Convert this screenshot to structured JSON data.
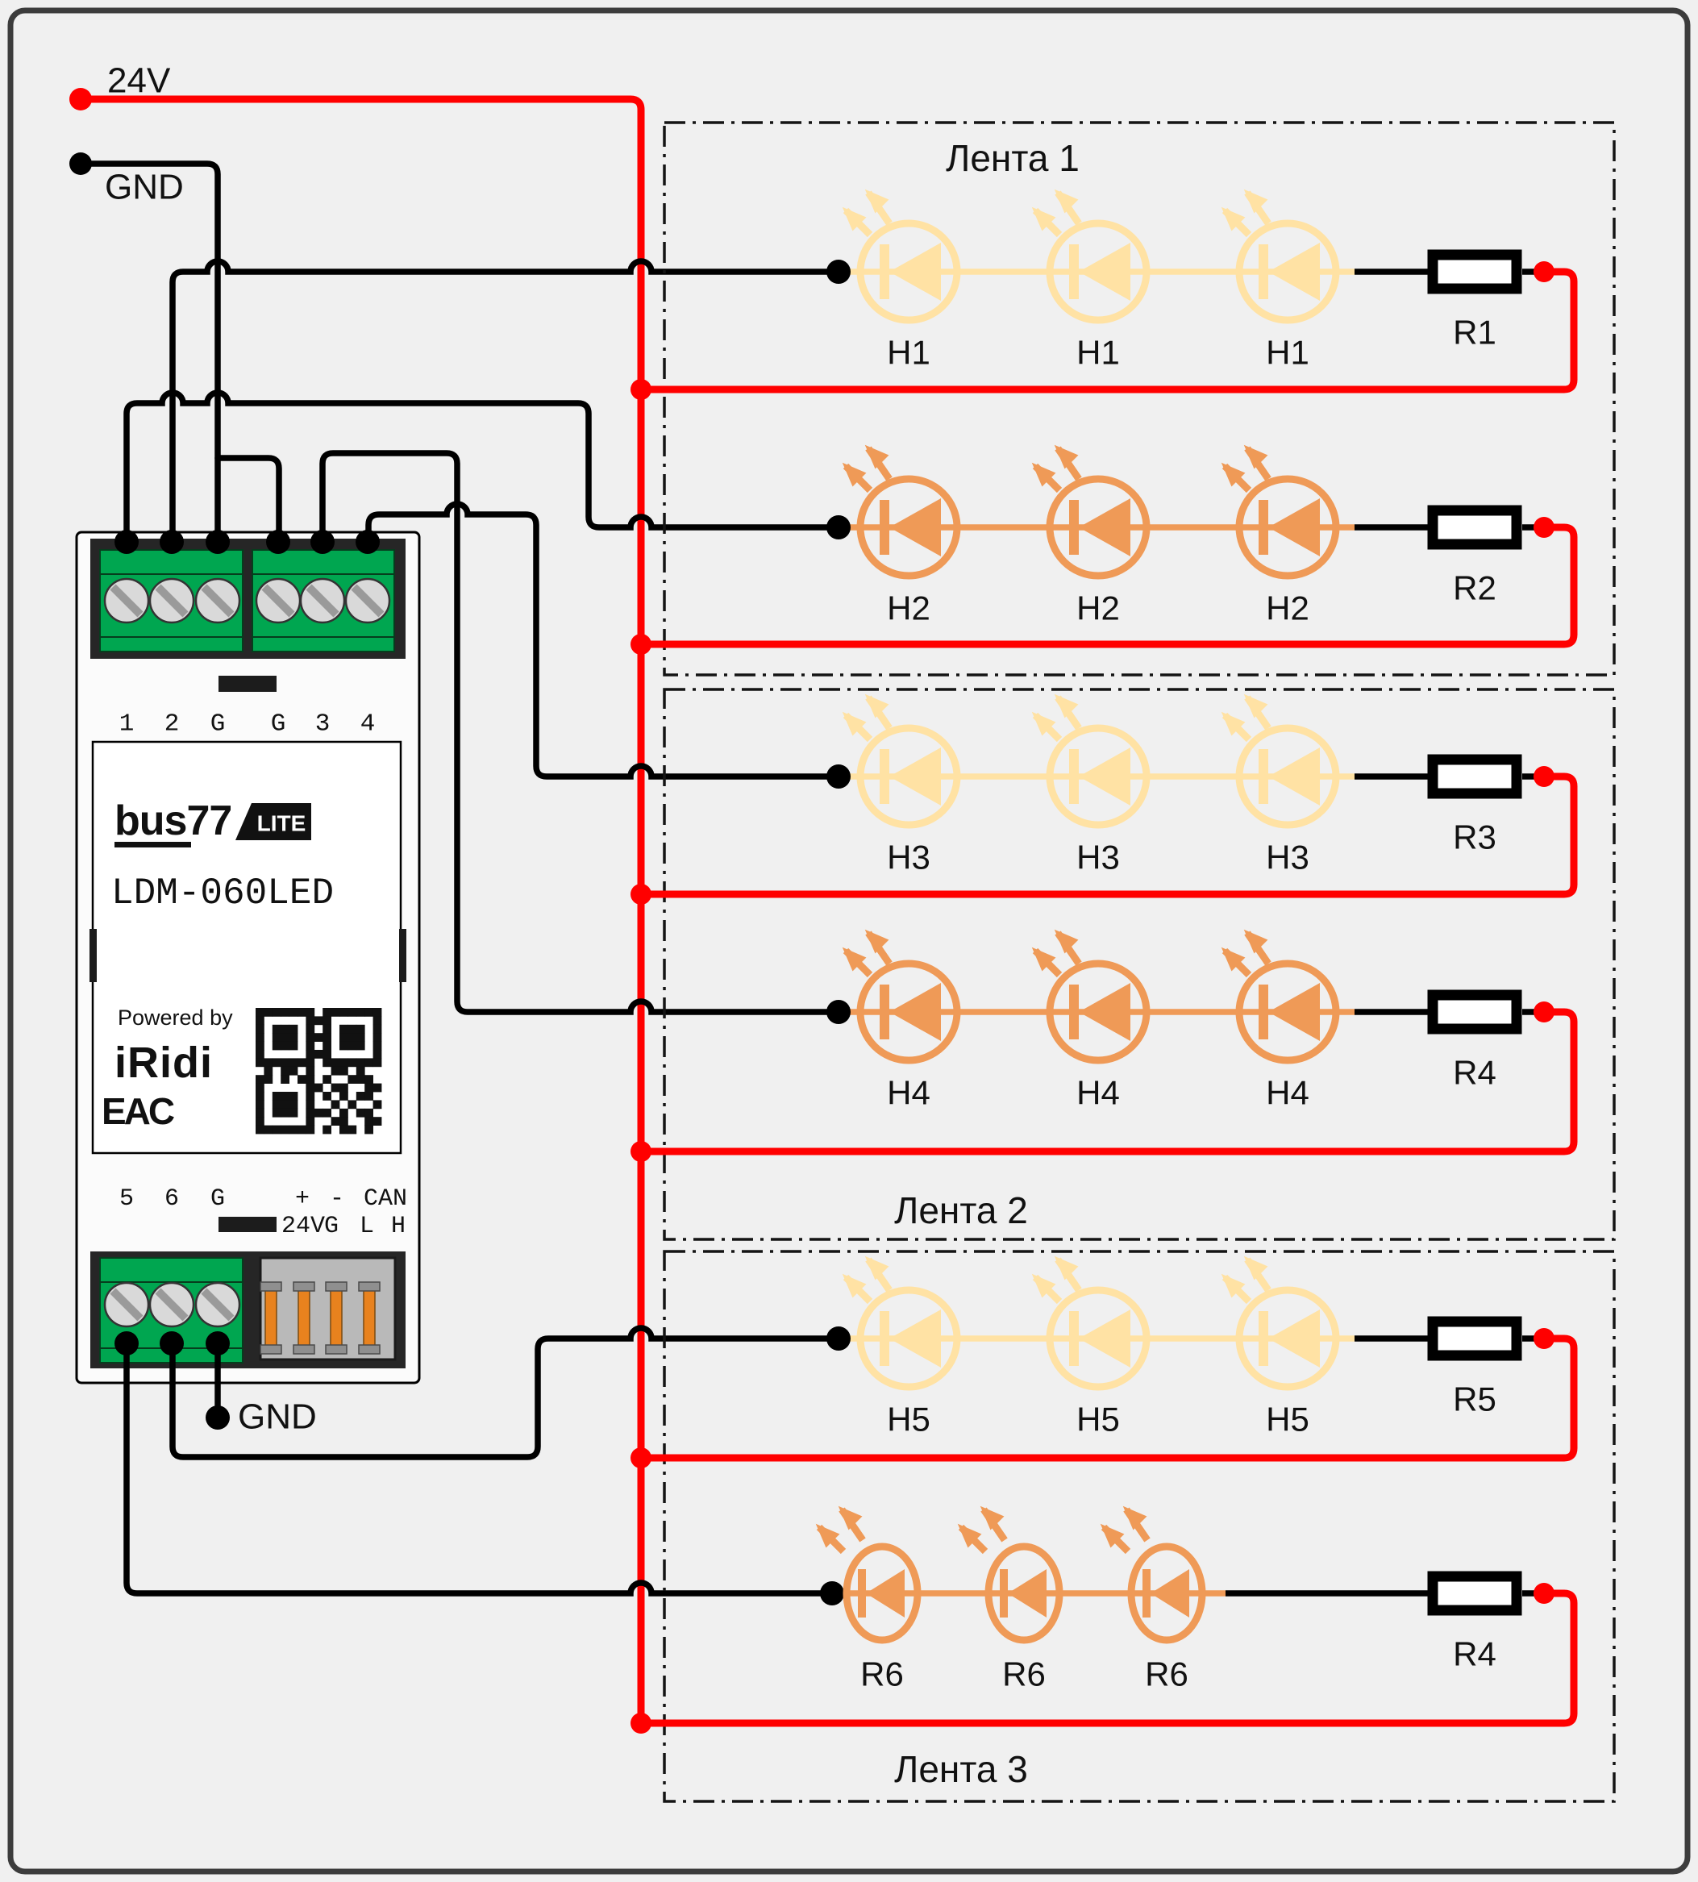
{
  "power": {
    "v24": "24V",
    "gnd_top": "GND",
    "gnd_bottom": "GND"
  },
  "module": {
    "top_terminals": [
      "1",
      "2",
      "G",
      "G",
      "3",
      "4"
    ],
    "bottom_terminals": [
      "5",
      "6",
      "G"
    ],
    "bus_labels": {
      "plus": "+",
      "minus": "-",
      "can": "CAN",
      "v24": "24V",
      "g": "G",
      "l": "L",
      "h": "H"
    },
    "brand": "bus77",
    "brand_tag": "LITE",
    "model": "LDM-060LED",
    "powered_by": "Powered by",
    "powered_brand": "iRidi",
    "cert_mark": "EAC"
  },
  "strips": [
    {
      "title": "Лента 1",
      "rows": [
        {
          "led_label": "H1",
          "led_count": 3,
          "resistor_label": "R1",
          "tone": "yellow"
        },
        {
          "led_label": "H2",
          "led_count": 3,
          "resistor_label": "R2",
          "tone": "orange"
        }
      ]
    },
    {
      "title": "Лента 2",
      "rows": [
        {
          "led_label": "H3",
          "led_count": 3,
          "resistor_label": "R3",
          "tone": "yellow"
        },
        {
          "led_label": "H4",
          "led_count": 3,
          "resistor_label": "R4",
          "tone": "orange"
        }
      ]
    },
    {
      "title": "Лента 3",
      "rows": [
        {
          "led_label": "H5",
          "led_count": 3,
          "resistor_label": "R5",
          "tone": "yellow"
        },
        {
          "led_label": "R6",
          "led_count": 3,
          "resistor_label": "R4",
          "tone": "orange"
        }
      ]
    }
  ],
  "colors": {
    "yellow": "#FFE2A4",
    "orange": "#EF9A57",
    "red": "#FF0000",
    "green": "#00A650",
    "wire_black": "#000000",
    "housing_dark": "#262626",
    "frame": "#3C3C3C"
  }
}
